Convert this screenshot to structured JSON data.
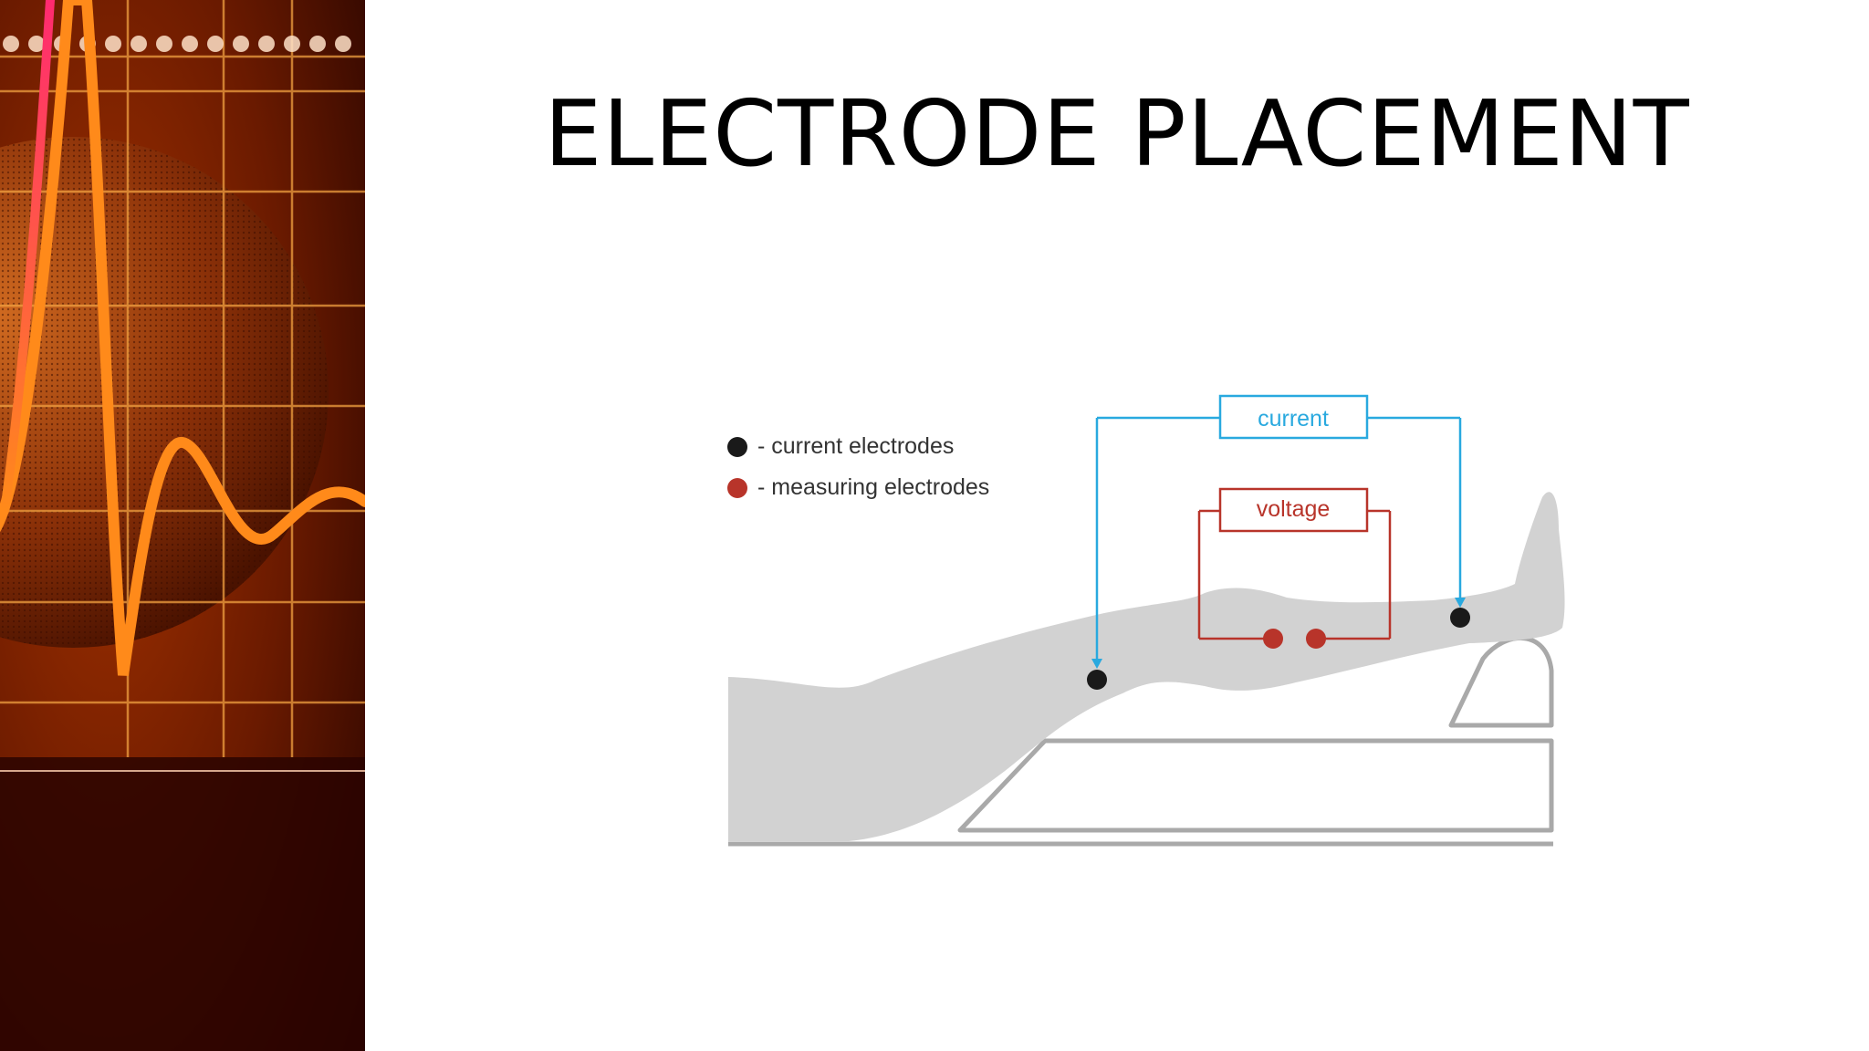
{
  "slide": {
    "title": "ELECTRODE PLACEMENT"
  },
  "decoration": {
    "art": "ecg-heartbeat-banner",
    "colors": {
      "dark": "#3a0800",
      "mid": "#8a2300",
      "grid": "#f0a040",
      "wave": "#ff8a1a",
      "spike": "#ff3a6a"
    }
  },
  "diagram": {
    "legend": [
      {
        "marker": "current-electrode-dot",
        "label": "- current electrodes",
        "color": "#1a1a1a"
      },
      {
        "marker": "measuring-electrode-dot",
        "label": "- measuring electrodes",
        "color": "#b8342a"
      }
    ],
    "current_label": "current",
    "voltage_label": "voltage",
    "colors": {
      "current_line": "#29a9df",
      "voltage_line": "#b8342a",
      "leg": "#d2d2d2",
      "support": "#a9a9a9"
    }
  }
}
